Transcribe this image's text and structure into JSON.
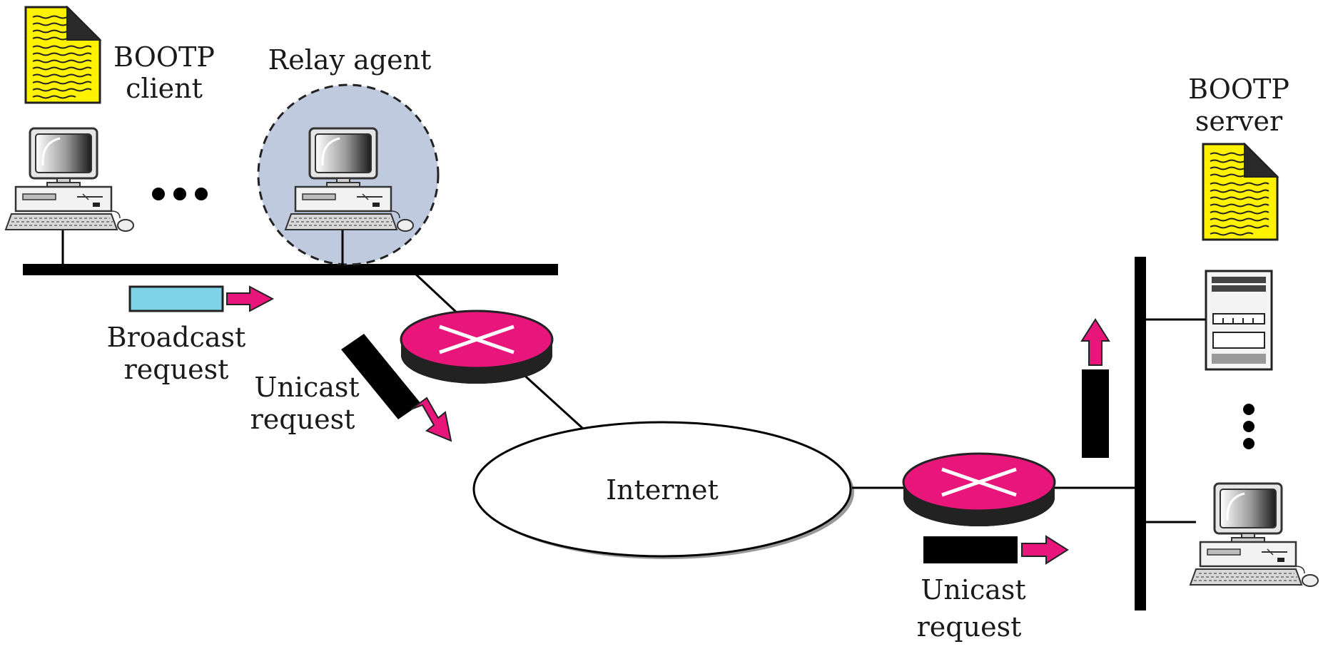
{
  "labels": {
    "bootp_client_line1": "BOOTP",
    "bootp_client_line2": "client",
    "relay_agent": "Relay agent",
    "bootp_server_line1": "BOOTP",
    "bootp_server_line2": "server",
    "broadcast_line1": "Broadcast",
    "broadcast_line2": "request",
    "unicast1_line1": "Unicast",
    "unicast1_line2": "request",
    "internet": "Internet",
    "unicast2_line1": "Unicast",
    "unicast2_line2": "request"
  },
  "colors": {
    "router": "#e8157a",
    "arrow": "#e8157a",
    "document": "#fff200",
    "relay_circle": "#c0cadf",
    "broadcast_packet": "#7fd3e6",
    "unicast_packet": "#000000"
  },
  "icons": {
    "document": "document-icon",
    "computer": "desktop-computer-icon",
    "server": "server-tower-icon",
    "router": "router-icon"
  }
}
